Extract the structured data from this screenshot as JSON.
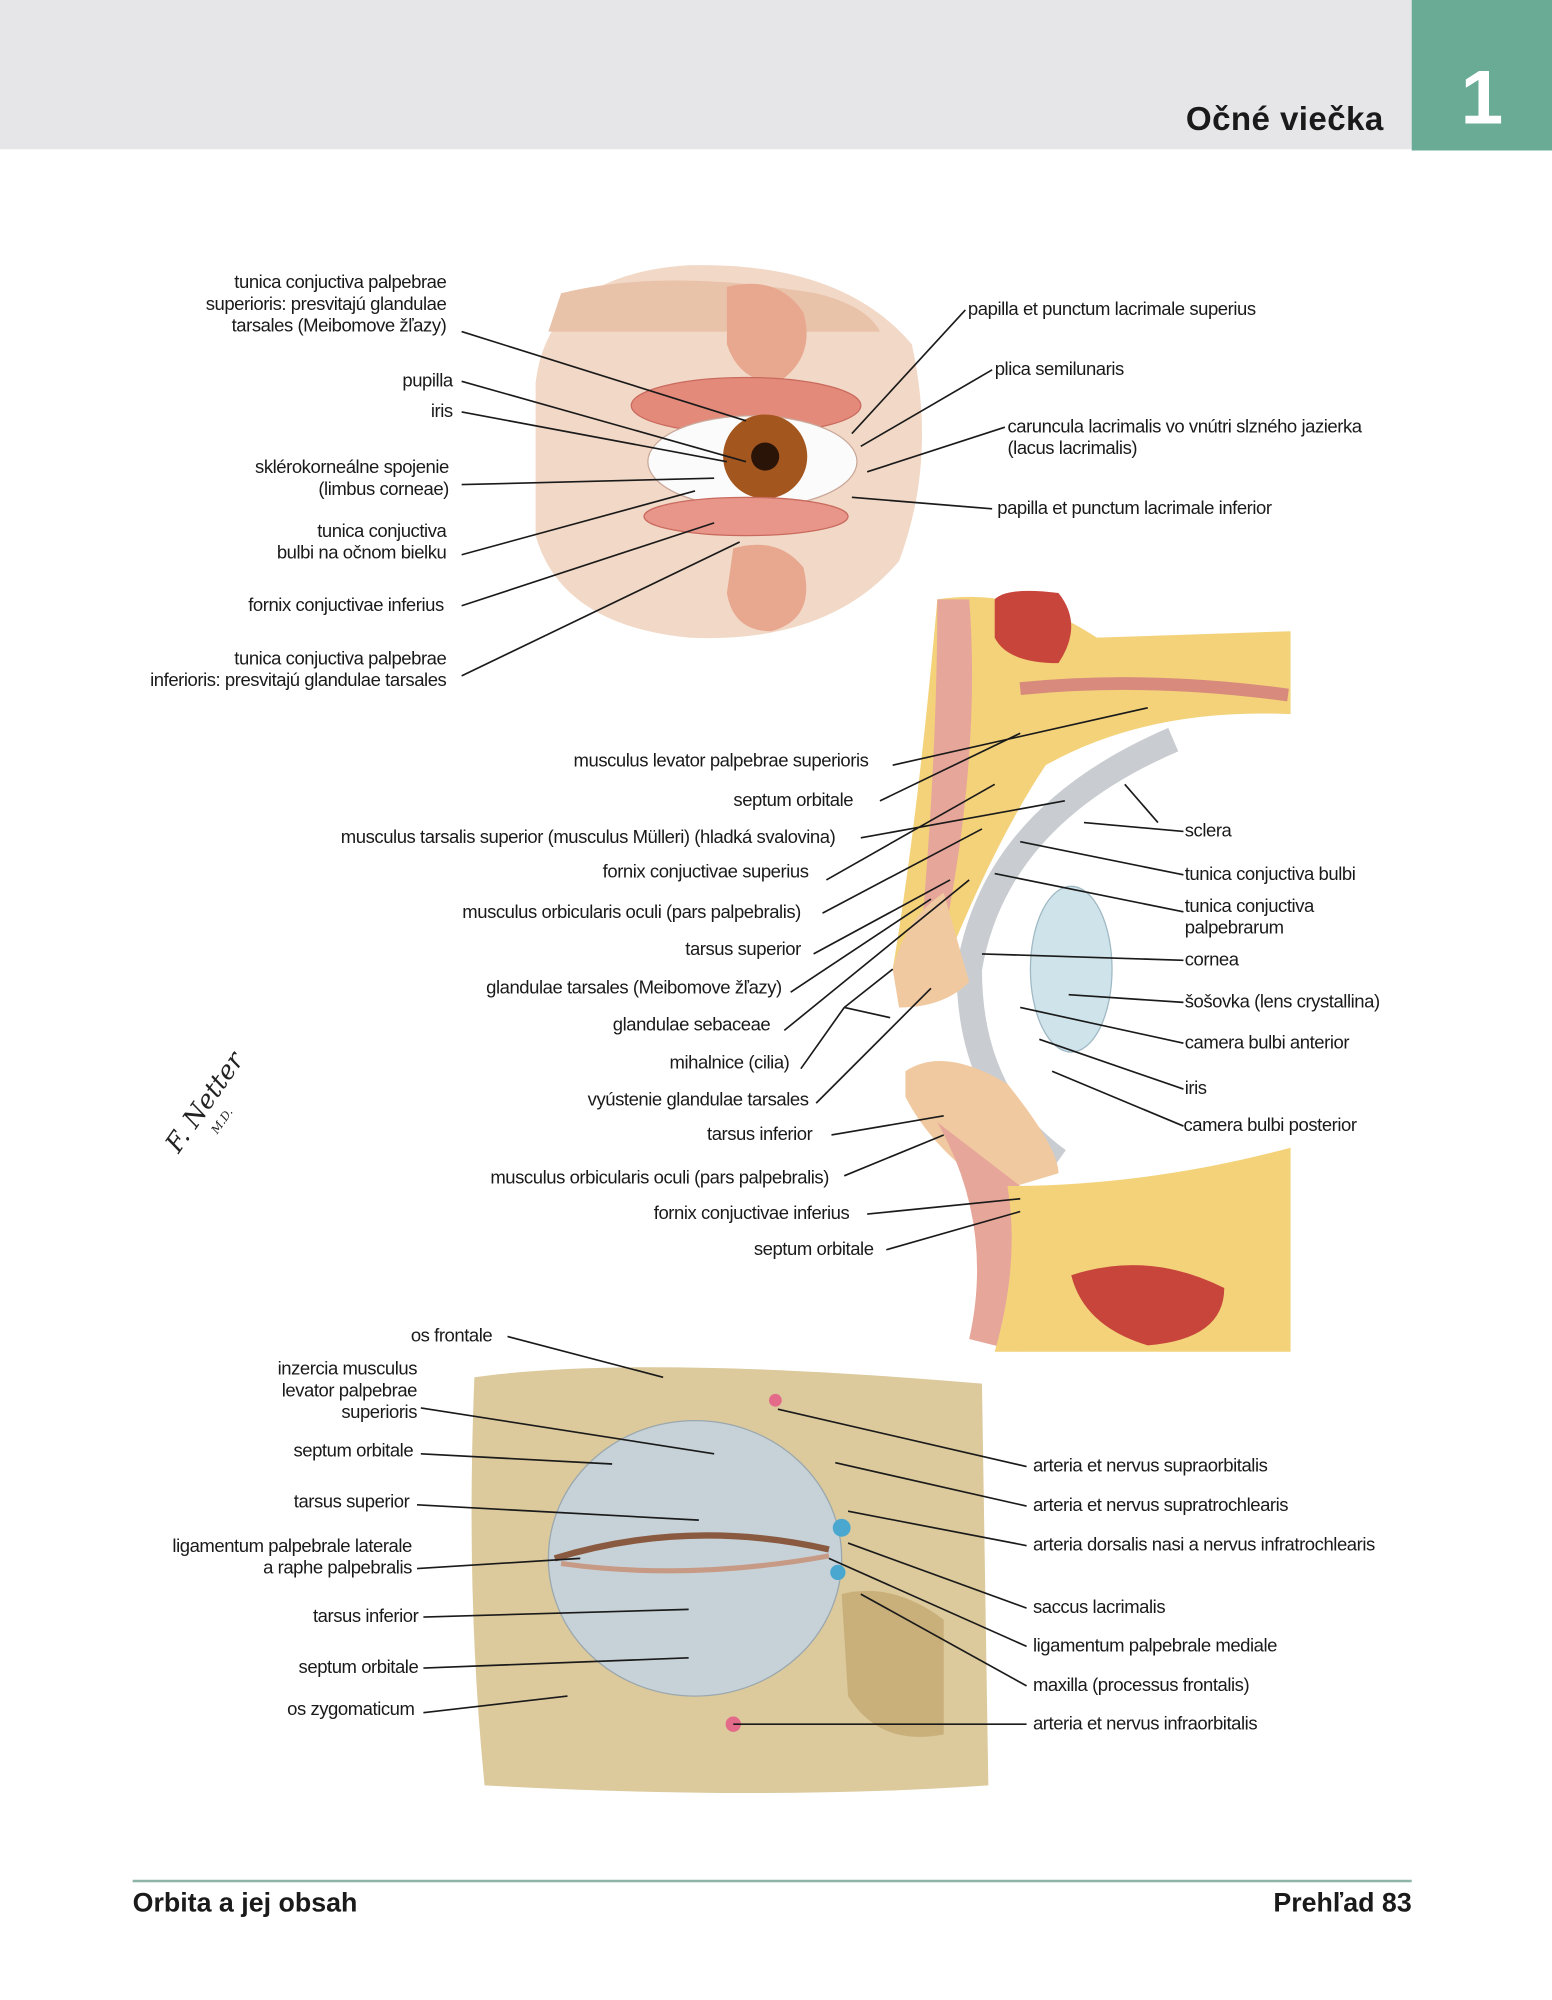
{
  "header": {
    "title": "Očné viečka",
    "chapter_number": "1"
  },
  "colors": {
    "header_bg": "#e6e6e8",
    "chapter_tab": "#6aab95",
    "footer_rule": "#8fb5a8"
  },
  "signature": "F. Netter M.D.",
  "figure_top": {
    "left": [
      "tunica conjuctiva palpebrae\nsuperioris: presvitajú glandulae\ntarsales (Meibomove žľazy)",
      "pupilla",
      "iris",
      "sklérokorneálne spojenie\n(limbus corneae)",
      "tunica conjuctiva\nbulbi na očnom bielku",
      "fornix conjuctivae inferius",
      "tunica conjuctiva palpebrae\ninferioris: presvitajú glandulae tarsales"
    ],
    "right": [
      "papilla et punctum lacrimale superius",
      "plica semilunaris",
      "caruncula lacrimalis vo vnútri slzného jazierka\n(lacus lacrimalis)",
      "papilla et punctum lacrimale inferior"
    ]
  },
  "figure_middle": {
    "left": [
      "musculus levator palpebrae superioris",
      "septum orbitale",
      "musculus tarsalis superior (musculus Mülleri) (hladká svalovina)",
      "fornix conjuctivae superius",
      "musculus orbicularis oculi (pars palpebralis)",
      "tarsus superior",
      "glandulae tarsales (Meibomove žľazy)",
      "glandulae sebaceae",
      "mihalnice (cilia)",
      "vyústenie glandulae tarsales",
      "tarsus inferior",
      "musculus orbicularis oculi (pars palpebralis)",
      "fornix conjuctivae inferius",
      "septum orbitale"
    ],
    "right": [
      "sclera",
      "tunica conjuctiva bulbi",
      "tunica conjuctiva\npalpebrarum",
      "cornea",
      "šošovka (lens crystallina)",
      "camera bulbi anterior",
      "iris",
      "camera bulbi posterior"
    ]
  },
  "figure_bottom": {
    "left": [
      "os frontale",
      "inzercia musculus\nlevator palpebrae\nsuperioris",
      "septum orbitale",
      "tarsus superior",
      "ligamentum palpebrale laterale\na raphe palpebralis",
      "tarsus inferior",
      "septum orbitale",
      "os zygomaticum"
    ],
    "right": [
      "arteria et nervus supraorbitalis",
      "arteria et nervus supratrochlearis",
      "arteria dorsalis nasi a nervus infratrochlearis",
      "saccus lacrimalis",
      "ligamentum palpebrale mediale",
      "maxilla (processus frontalis)",
      "arteria et nervus infraorbitalis"
    ]
  },
  "footer": {
    "section": "Orbita a jej obsah",
    "page": "Prehľad 83"
  }
}
